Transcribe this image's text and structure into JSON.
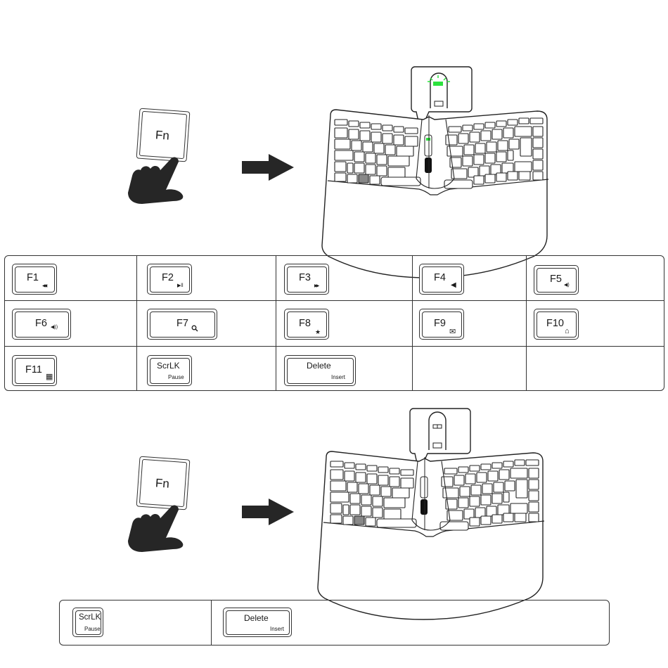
{
  "step1": {
    "fn_key_label": "Fn",
    "indicator_state": "on",
    "indicator_color": "#22dd33"
  },
  "function_table": {
    "rows": [
      [
        {
          "key": "F1",
          "icon": "previous-track-icon",
          "glyph": "◀◀"
        },
        {
          "key": "F2",
          "icon": "play-pause-icon",
          "glyph": "▶ll"
        },
        {
          "key": "F3",
          "icon": "next-track-icon",
          "glyph": "▶▶"
        },
        {
          "key": "F4",
          "icon": "mute-icon",
          "glyph": "◀"
        },
        {
          "key": "F5",
          "icon": "volume-down-icon",
          "glyph": "◀)"
        }
      ],
      [
        {
          "key": "F6",
          "icon": "volume-up-icon",
          "glyph": "◀))"
        },
        {
          "key": "F7",
          "icon": "search-icon",
          "glyph": "🔍"
        },
        {
          "key": "F8",
          "icon": "favorites-star-icon",
          "glyph": "★"
        },
        {
          "key": "F9",
          "icon": "mail-icon",
          "glyph": "✉"
        },
        {
          "key": "F10",
          "icon": "home-icon",
          "glyph": "⌂"
        }
      ],
      [
        {
          "key": "F11",
          "icon": "calculator-icon",
          "glyph": "▦"
        },
        {
          "key": "ScrLK",
          "sub": "Pause"
        },
        {
          "key": "Delete",
          "sub": "Insert"
        },
        null,
        null
      ]
    ]
  },
  "step2": {
    "fn_key_label": "Fn",
    "indicator_state": "off"
  },
  "lock_table": {
    "cells": [
      {
        "key": "ScrLK",
        "sub": "Pause"
      },
      {
        "key": "Delete",
        "sub": "Insert"
      }
    ]
  }
}
